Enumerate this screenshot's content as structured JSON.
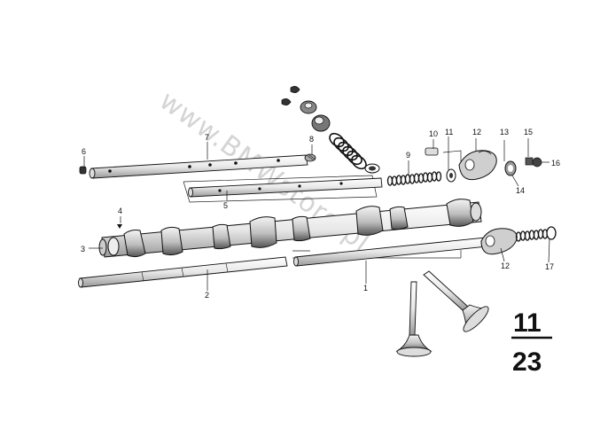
{
  "watermark": "www.BMWstore.pl",
  "page_ref": {
    "group": "11",
    "page": "23"
  },
  "callouts": [
    {
      "id": "1"
    },
    {
      "id": "2"
    },
    {
      "id": "3"
    },
    {
      "id": "4"
    },
    {
      "id": "5"
    },
    {
      "id": "6"
    },
    {
      "id": "7"
    },
    {
      "id": "8"
    },
    {
      "id": "9"
    },
    {
      "id": "10"
    },
    {
      "id": "11"
    },
    {
      "id": "12a",
      "text": "12"
    },
    {
      "id": "12b",
      "text": "12"
    },
    {
      "id": "13"
    },
    {
      "id": "14"
    },
    {
      "id": "15"
    },
    {
      "id": "16"
    },
    {
      "id": "17"
    }
  ]
}
